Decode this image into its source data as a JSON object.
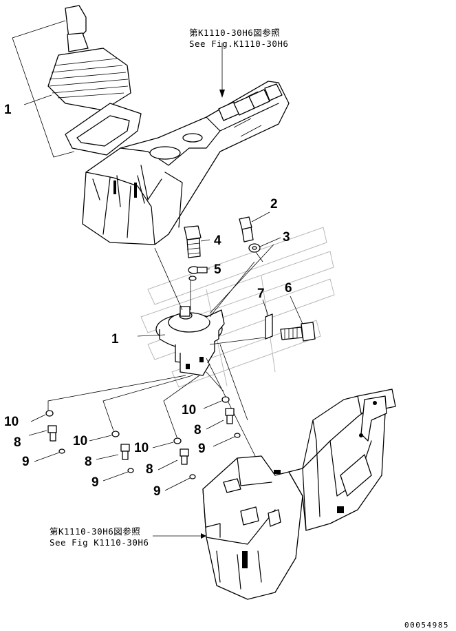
{
  "references": {
    "top_jp": "第K1110-30H6図参照",
    "top_en": "See Fig.K1110-30H6",
    "bottom_jp": "第K1110-30H6図参照",
    "bottom_en": "See Fig K1110-30H6"
  },
  "callouts": {
    "c1_top": "1",
    "c1_mid": "1",
    "c2": "2",
    "c3": "3",
    "c4": "4",
    "c5": "5",
    "c6": "6",
    "c7": "7",
    "c8_a": "8",
    "c8_b": "8",
    "c8_c": "8",
    "c8_d": "8",
    "c9_a": "9",
    "c9_b": "9",
    "c9_c": "9",
    "c9_d": "9",
    "c10_a": "10",
    "c10_b": "10",
    "c10_c": "10",
    "c10_d": "10"
  },
  "document_id": "00054985"
}
